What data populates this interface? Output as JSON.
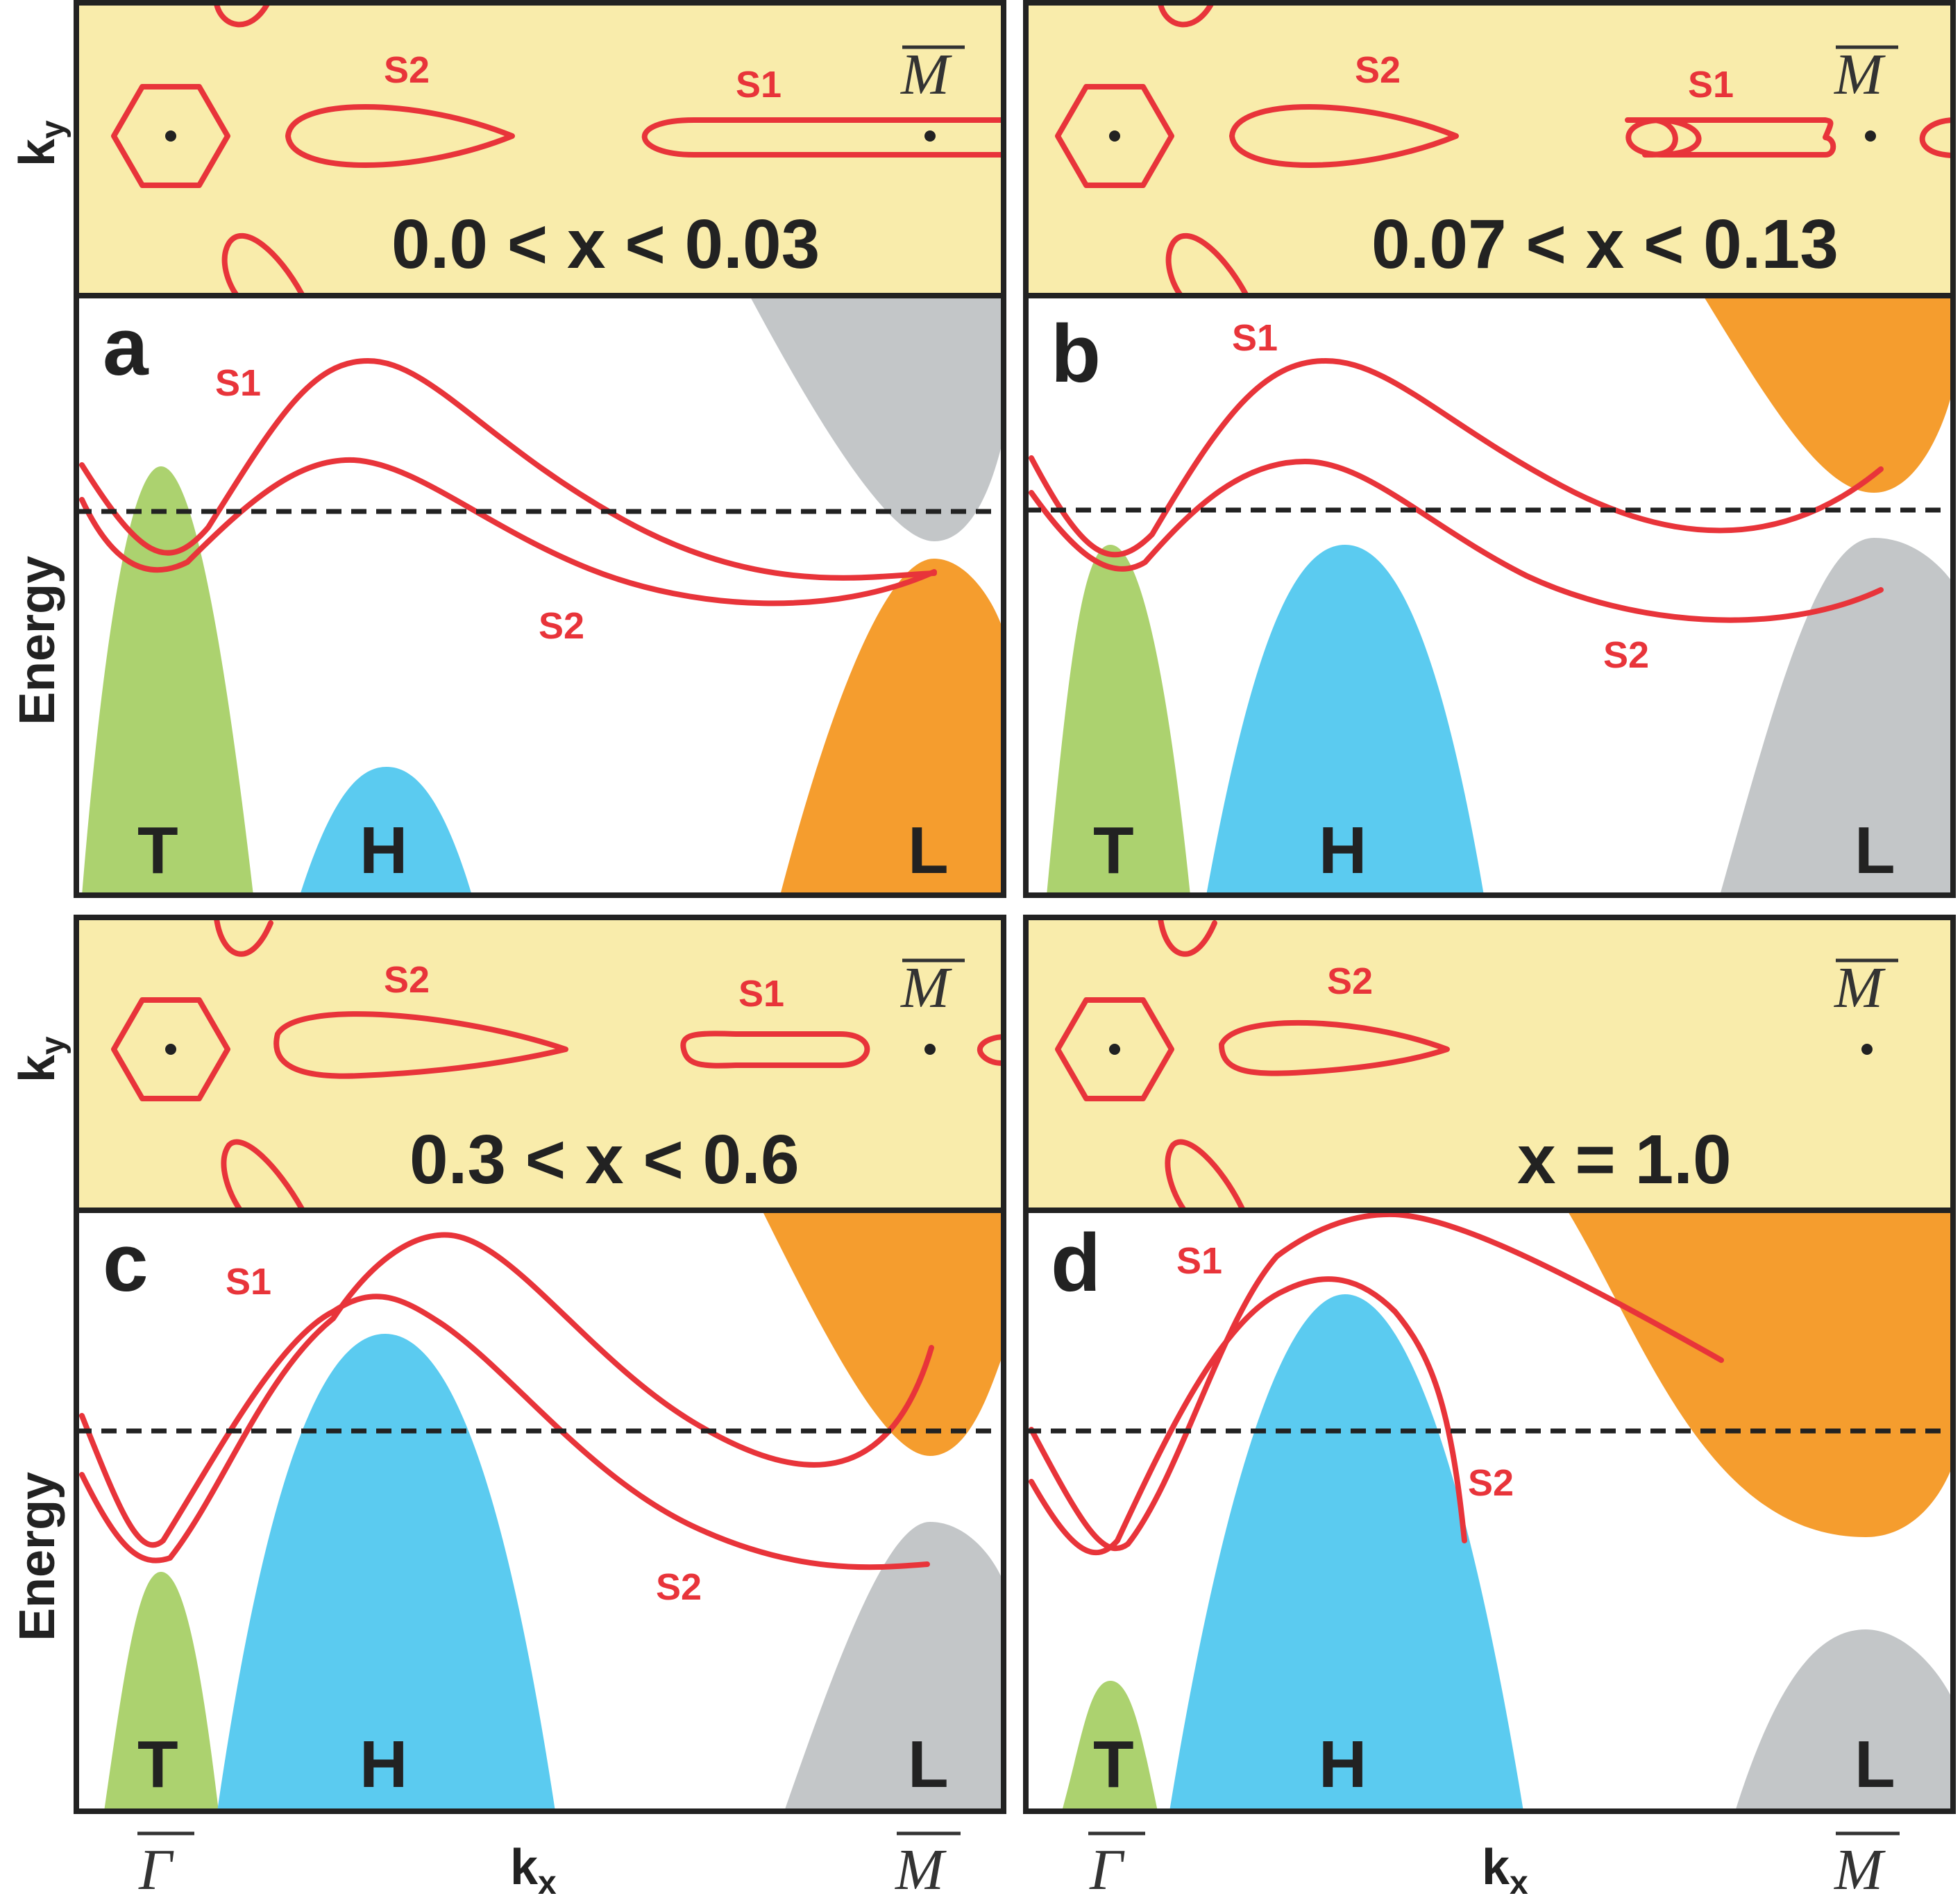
{
  "axes": {
    "ky_label": "k",
    "ky_sub": "y",
    "energy_label": "Energy",
    "kx_label": "k",
    "kx_sub": "x",
    "gamma_bar": "Γ",
    "m_bar": "M"
  },
  "panels": [
    {
      "id": "a",
      "letter": "a",
      "range": "0.0 < x < 0.03",
      "s1": "S1",
      "s2": "S2",
      "bands": [
        "T",
        "H",
        "L"
      ],
      "m_bar": "M"
    },
    {
      "id": "b",
      "letter": "b",
      "range": "0.07 < x < 0.13",
      "s1": "S1",
      "s2": "S2",
      "bands": [
        "T",
        "H",
        "L"
      ],
      "m_bar": "M"
    },
    {
      "id": "c",
      "letter": "c",
      "range": "0.3 < x < 0.6",
      "s1": "S1",
      "s2": "S2",
      "bands": [
        "T",
        "H",
        "L"
      ],
      "m_bar": "M"
    },
    {
      "id": "d",
      "letter": "d",
      "range": "x = 1.0",
      "s1": "S1",
      "s2": "S2",
      "bands": [
        "T",
        "H",
        "L"
      ],
      "m_bar": "M"
    }
  ],
  "colors": {
    "fermi_surface_bg": "#f9ecab",
    "surface_state": "#e8343a",
    "T_band": "#acd26f",
    "H_band": "#5bcbf0",
    "L_band_orange": "#f59d2e",
    "L_band_gray": "#c3c6c8"
  }
}
